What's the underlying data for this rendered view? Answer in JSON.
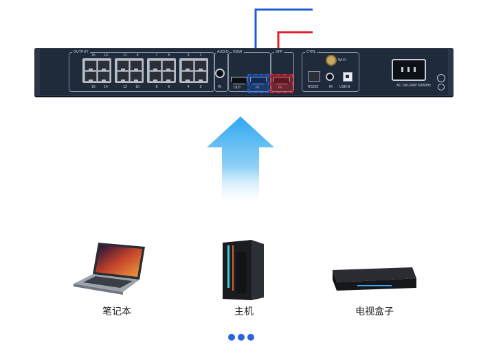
{
  "panel": {
    "output_label": "OUTPUT",
    "audio_label": "AUDIO",
    "hdmi_label": "HDMI",
    "sfp_label": "SFP",
    "ctrl_label": "CTRL",
    "top_numbers": [
      "15",
      "13",
      "11",
      "9",
      "7",
      "5",
      "3",
      "1"
    ],
    "bottom_numbers": [
      "16",
      "14",
      "12",
      "10",
      "8",
      "6",
      "4",
      "2"
    ],
    "audio_in": "IN",
    "hdmi_out": "OUT",
    "hdmi_in": "IN",
    "sfp_in": "IN",
    "wifi": "Wi-Fi",
    "rs232": "RS232",
    "ir": "IR",
    "usb": "USB-B",
    "power": "AC 100-240V 50/60Hz"
  },
  "devices": [
    {
      "label": "笔记本",
      "icon": "laptop-icon"
    },
    {
      "label": "主机",
      "icon": "desktop-tower-icon"
    },
    {
      "label": "电视盒子",
      "icon": "tv-box-icon"
    }
  ],
  "colors": {
    "blue_wire": "#1e5cd6",
    "red_wire": "#e0212a",
    "arrow_top": "#2ea8f0",
    "dot": "#2d63e0"
  }
}
